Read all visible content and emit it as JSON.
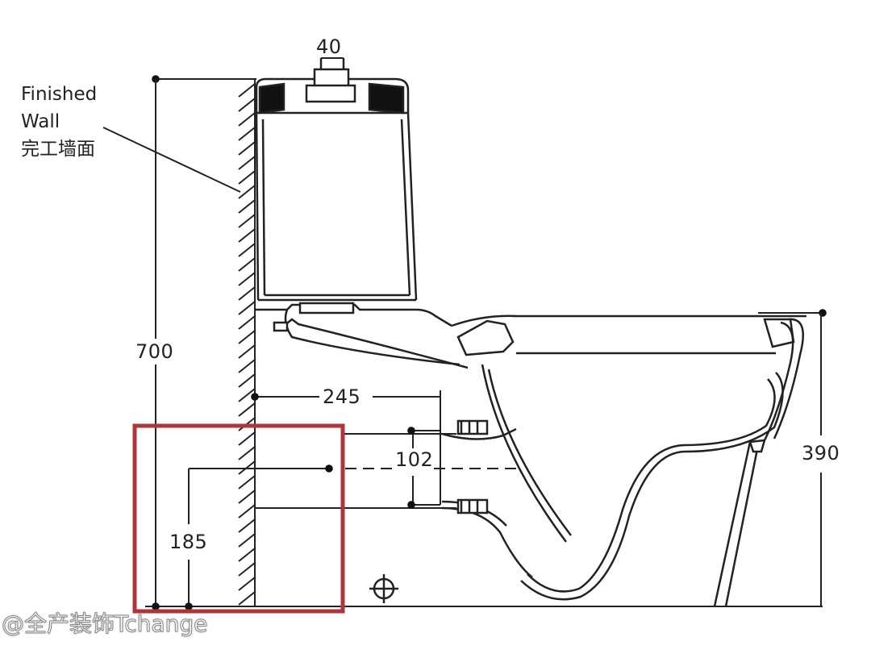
{
  "labels": {
    "finished_wall_en_1": "Finished",
    "finished_wall_en_2": "Wall",
    "finished_wall_zh": "完工墙面"
  },
  "dimensions": {
    "cistern_button": "40",
    "total_height": "700",
    "bowl_height": "390",
    "outlet_from_wall": "245",
    "inlet_spacing": "102",
    "pipe_height": "185"
  },
  "highlight_color": "#b0343c",
  "watermark": "@全产装饰Tchange"
}
